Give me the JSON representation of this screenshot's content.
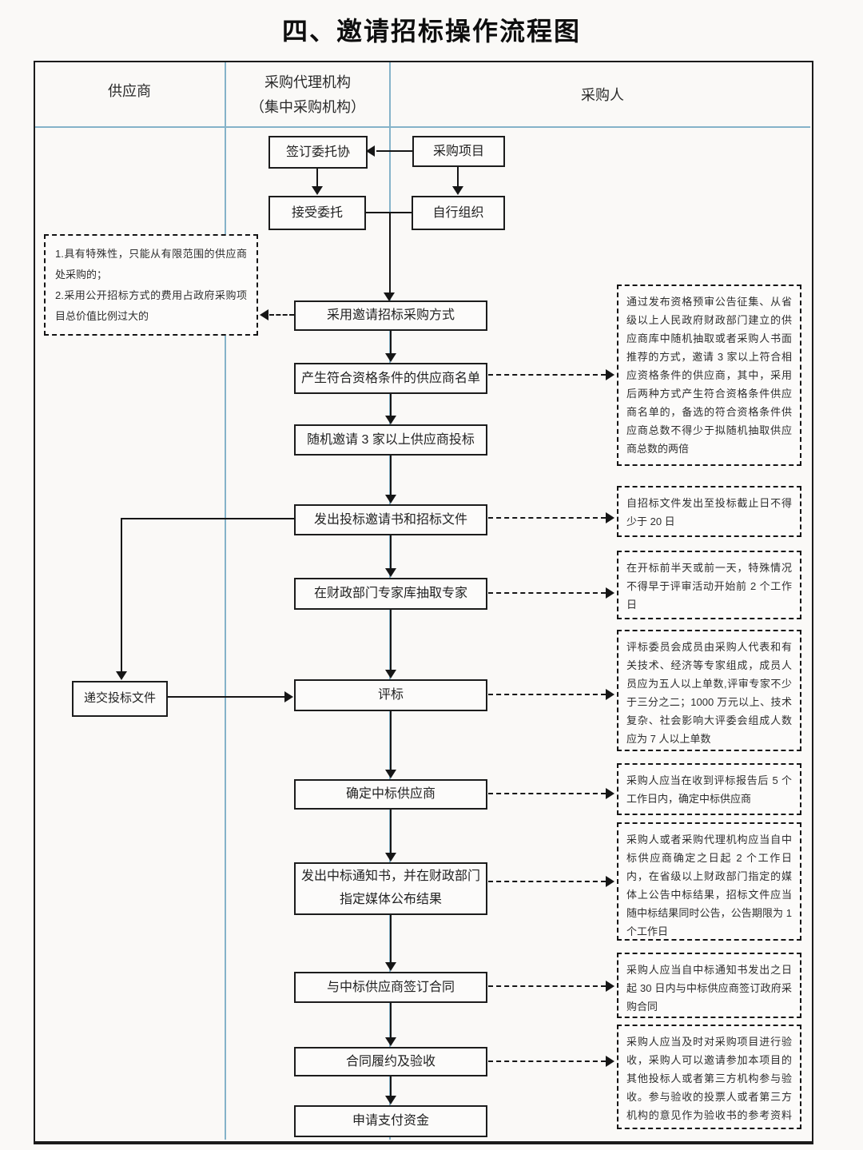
{
  "title": "四、邀请招标操作流程图",
  "lanes": {
    "supplier": "供应商",
    "agency_line1": "采购代理机构",
    "agency_line2": "（集中采购机构）",
    "purchaser": "采购人"
  },
  "flow": {
    "sign_agreement": "签订委托协",
    "procurement_project": "采购项目",
    "accept_entrustment": "接受委托",
    "self_organize": "自行组织",
    "adopt_method": "采用邀请招标采购方式",
    "generate_list": "产生符合资格条件的供应商名单",
    "random_invite": "随机邀请 3 家以上供应商投标",
    "issue_invitation": "发出投标邀请书和招标文件",
    "extract_experts": "在财政部门专家库抽取专家",
    "submit_bid": "递交投标文件",
    "evaluation": "评标",
    "determine_winner": "确定中标供应商",
    "issue_notice": "发出中标通知书，并在财政部门指定媒体公布结果",
    "sign_contract": "与中标供应商签订合同",
    "contract_acceptance": "合同履约及验收",
    "apply_payment": "申请支付资金"
  },
  "notes": {
    "left_item1": "1.具有特殊性，只能从有限范围的供应商处采购的；",
    "left_item2": "2.采用公开招标方式的费用占政府采购项目总价值比例过大的",
    "qualification": "通过发布资格预审公告征集、从省级以上人民政府财政部门建立的供应商库中随机抽取或者采购人书面推荐的方式，邀请 3 家以上符合相应资格条件的供应商，其中，采用后两种方式产生符合资格条件供应商名单的，备选的符合资格条件供应商总数不得少于拟随机抽取供应商总数的两倍",
    "deadline20": "自招标文件发出至投标截止日不得少于 20 日",
    "expert_timing": "在开标前半天或前一天，特殊情况不得早于评审活动开始前 2 个工作日",
    "committee": "评标委员会成员由采购人代表和有关技术、经济等专家组成，成员人员应为五人以上单数,评审专家不少于三分之二；1000 万元以上、技术复杂、社会影响大评委会组成人数应为 7 人以上单数",
    "confirm5days": "采购人应当在收到评标报告后 5 个工作日内，确定中标供应商",
    "announce": "采购人或者采购代理机构应当自中标供应商确定之日起 2 个工作日内，在省级以上财政部门指定的媒体上公告中标结果，招标文件应当随中标结果同时公告，公告期限为 1 个工作日",
    "contract30days": "采购人应当自中标通知书发出之日起 30 日内与中标供应商签订政府采购合同",
    "acceptance": "采购人应当及时对采购项目进行验收，采购人可以邀请参加本项目的其他投标人或者第三方机构参与验收。参与验收的投票人或者第三方机构的意见作为验收书的参考资料一并存档"
  },
  "colors": {
    "lane_divider": "#85b3c9",
    "box_border": "#1c1c1c",
    "note_border": "#141414",
    "arrow": "#161616",
    "background": "#faf9f7"
  }
}
